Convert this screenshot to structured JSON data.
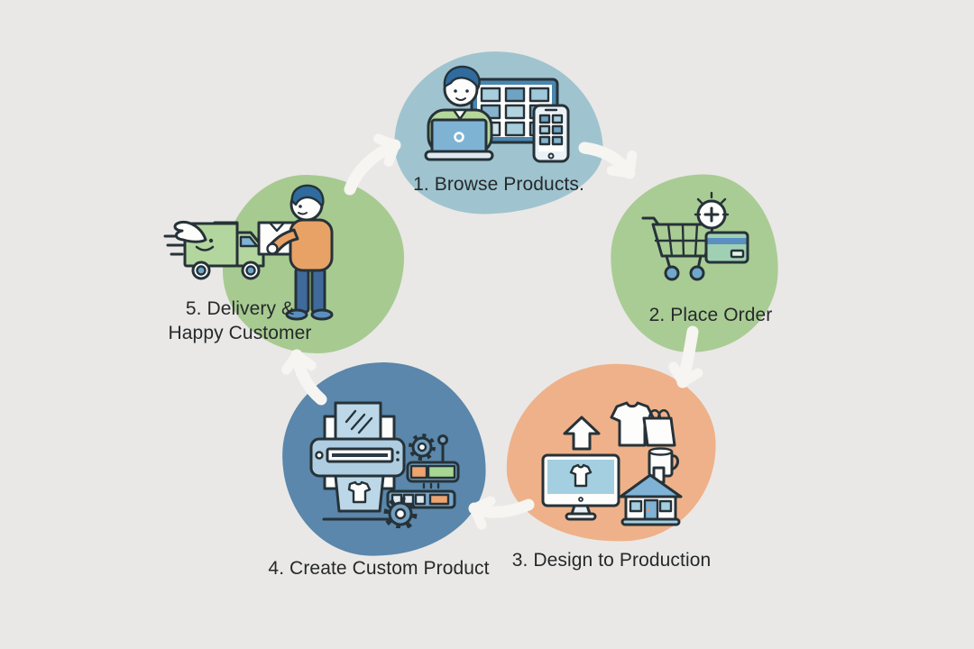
{
  "diagram": {
    "type": "cycle",
    "background_color": "#e9e8e6",
    "arrow_color": "#f6f5f2",
    "text_color": "#26292b",
    "steps": [
      {
        "label": "1. Browse Products.",
        "blob_color": "#9fc4cf",
        "icon": "customer-browsing-devices-illustration"
      },
      {
        "label": "2. Place Order",
        "blob_color": "#a9cc94",
        "icon": "shopping-cart-credit-card-illustration"
      },
      {
        "label": "3. Design to Production",
        "blob_color": "#efb189",
        "icon": "design-products-monitor-illustration"
      },
      {
        "label": "4. Create Custom Product",
        "blob_color": "#5a87ab",
        "icon": "printing-machine-gears-illustration"
      },
      {
        "label": "5. Delivery &\nHappy Customer",
        "blob_color": "#a7ca91",
        "icon": "delivery-truck-happy-customer-illustration"
      }
    ],
    "arrows": [
      {
        "from": 1,
        "to": 2
      },
      {
        "from": 2,
        "to": 3
      },
      {
        "from": 3,
        "to": 4
      },
      {
        "from": 4,
        "to": 5
      },
      {
        "from": 5,
        "to": 1
      }
    ]
  }
}
